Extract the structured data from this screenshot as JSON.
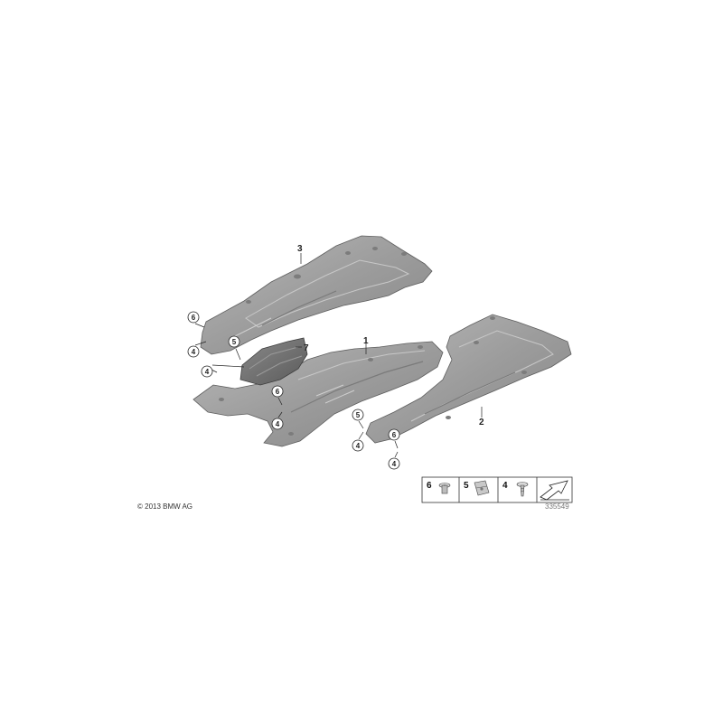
{
  "copyright": "© 2013 BMW AG",
  "diagram_number": "335549",
  "colors": {
    "panel_fill": "#9a9a9a",
    "panel_dark": "#6e6e6e",
    "panel_light": "#c4c4c4",
    "line": "#222222"
  },
  "parts": {
    "p1": "1",
    "p2": "2",
    "p3": "3",
    "p7": "7"
  },
  "callouts": {
    "c6a": "6",
    "c4a": "4",
    "c5a": "5",
    "c4b": "4",
    "c6b": "6",
    "c4c": "4",
    "c5b": "5",
    "c4d": "4",
    "c6c": "6",
    "c4e": "4"
  },
  "legend": {
    "item6": "6",
    "item5": "5",
    "item4": "4",
    "icon_item6": "push-rivet-icon",
    "icon_item5": "clip-nut-icon",
    "icon_item4": "screw-icon",
    "icon_direction": "direction-arrow-icon"
  }
}
